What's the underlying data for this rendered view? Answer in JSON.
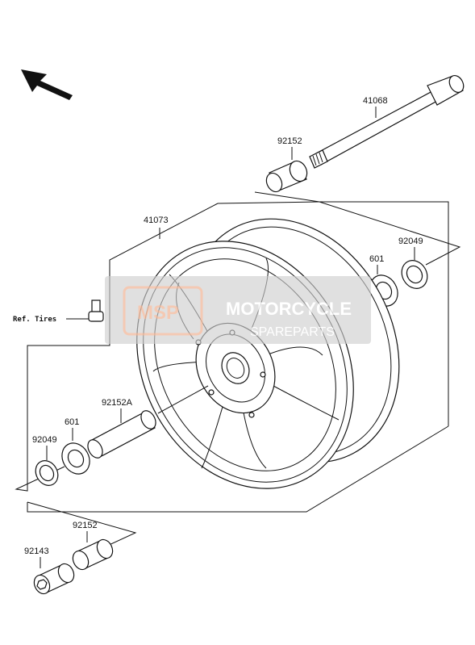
{
  "diagram": {
    "part_labels": {
      "axle": "41068",
      "collar_upper": "92152",
      "wheel": "41073",
      "seal_right": "92049",
      "bearing_right": "601",
      "ref_tires": "Ref. Tires",
      "spacer": "92152A",
      "bearing_left": "601",
      "seal_left": "92049",
      "collar_lower": "92152",
      "nut": "92143"
    },
    "watermark": {
      "logo_text": "MSP",
      "line1": "MOTORCYCLE",
      "line2": "SPAREPARTS"
    },
    "colors": {
      "line": "#111111",
      "watermark_box": "#cfcfcf",
      "watermark_logo": "#f3c0a6"
    },
    "icons": {
      "orientation_arrow": "front-direction-arrow-icon"
    }
  }
}
